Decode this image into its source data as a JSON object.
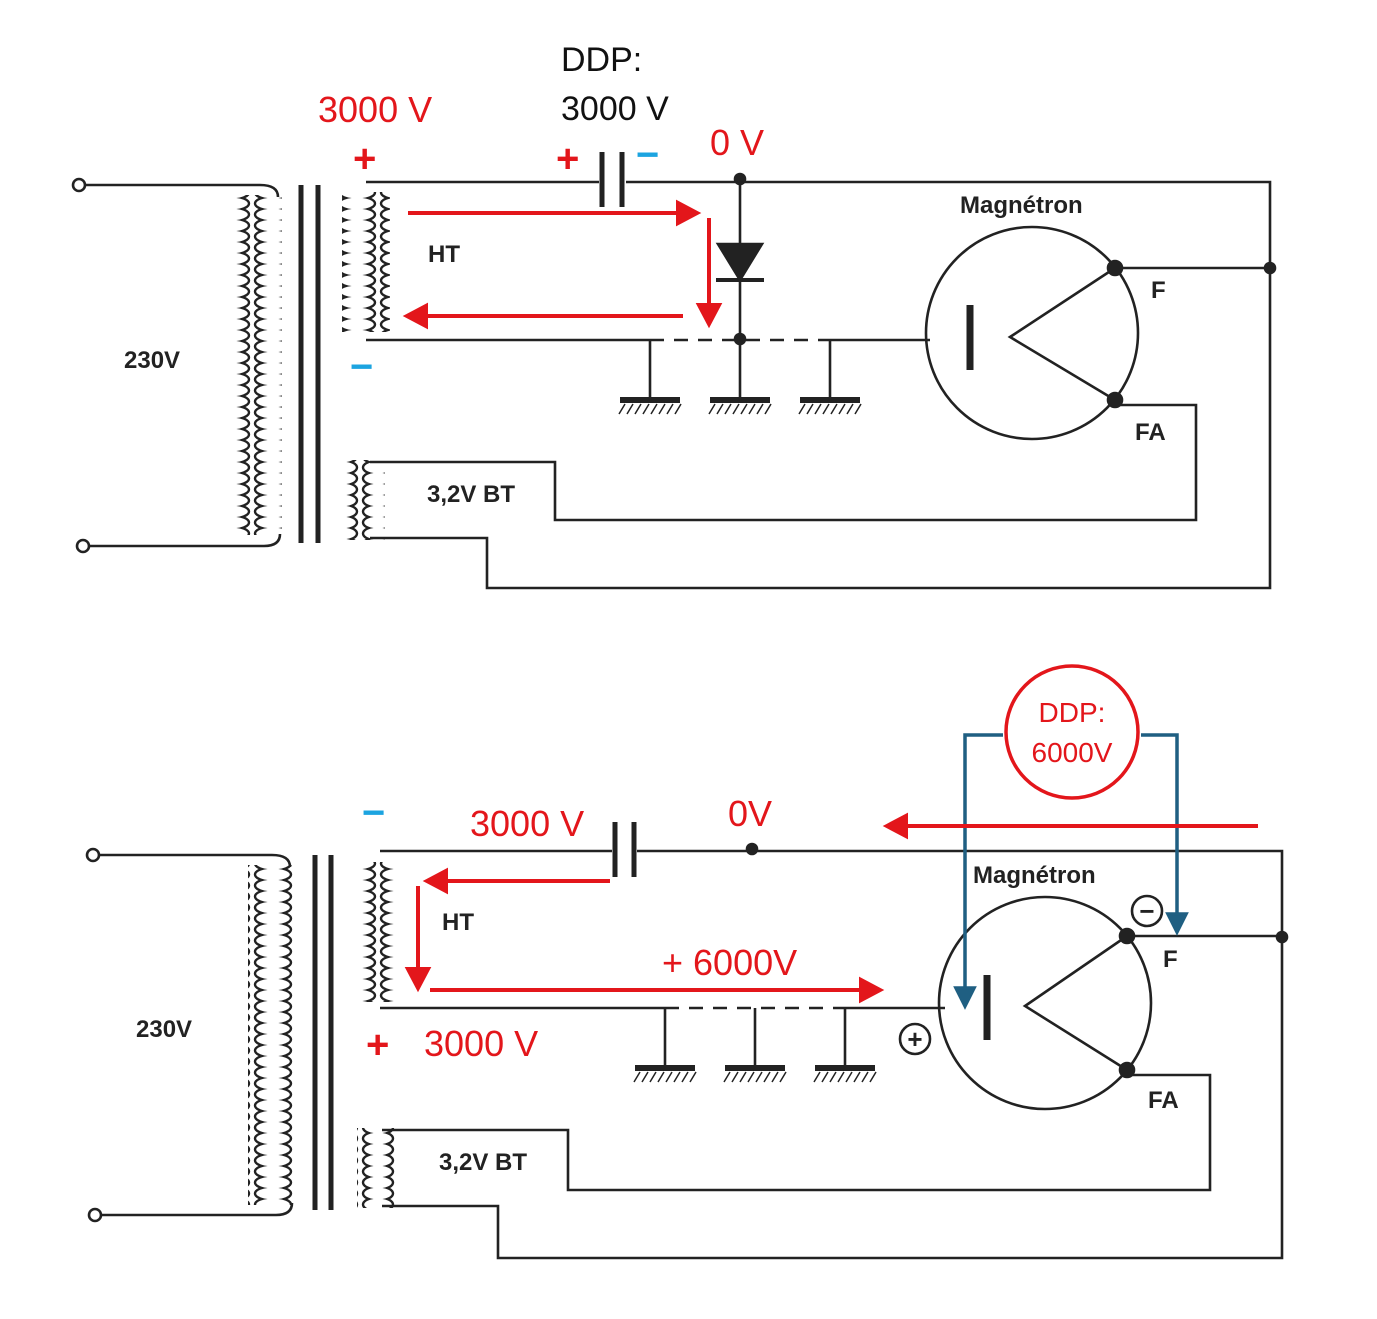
{
  "colors": {
    "annotation_red": "#e3161b",
    "polarity_blue": "#1ca4e0",
    "bracket_teal": "#1f5f82",
    "wire": "#222222"
  },
  "top_circuit": {
    "ddp_label_line1": "DDP:",
    "ddp_label_line2": "3000 V",
    "ht_plus_voltage": "3000 V",
    "zero_voltage": "0 V",
    "plus_sign_ht": "+",
    "plus_sign_cap": "+",
    "minus_sign_cap": "−",
    "minus_sign_ht": "−",
    "mains_label": "230V",
    "ht_label": "HT",
    "bt_label": "3,2V  BT",
    "magnetron_label": "Magnétron",
    "f_label": "F",
    "fa_label": "FA"
  },
  "bottom_circuit": {
    "minus_sign_ht": "−",
    "ht_top_voltage": "3000 V",
    "zero_voltage": "0V",
    "plus_6000": "+ 6000V",
    "plus_sign_ht": "+",
    "ht_bottom_voltage": "3000 V",
    "ddp_label_line1": "DDP:",
    "ddp_label_line2": "6000V",
    "mains_label": "230V",
    "ht_label": "HT",
    "bt_label": "3,2V  BT",
    "magnetron_label": "Magnétron",
    "f_label": "F",
    "fa_label": "FA",
    "plus_circle": "+",
    "minus_circle": "−"
  }
}
